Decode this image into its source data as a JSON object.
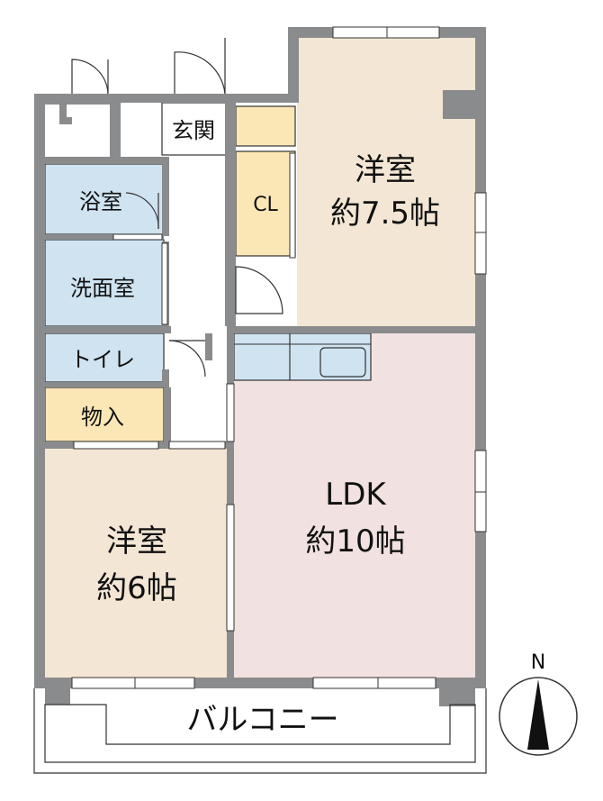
{
  "rooms": {
    "genkan": "玄関",
    "closet": "CL",
    "bedroom1_name": "洋室",
    "bedroom1_size": "約7.5帖",
    "bath": "浴室",
    "washroom": "洗面室",
    "toilet": "トイレ",
    "storage": "物入",
    "bedroom2_name": "洋室",
    "bedroom2_size": "約6帖",
    "ldk_name": "LDK",
    "ldk_size": "約10帖",
    "balcony": "バルコニー"
  },
  "compass": {
    "label": "N"
  },
  "colors": {
    "wall": "#8a8b8d",
    "bedroom": "#f3e6d4",
    "ldk": "#f1e1e1",
    "wet": "#cfe3f1",
    "closet": "#fbe7b6",
    "line": "#333333"
  }
}
